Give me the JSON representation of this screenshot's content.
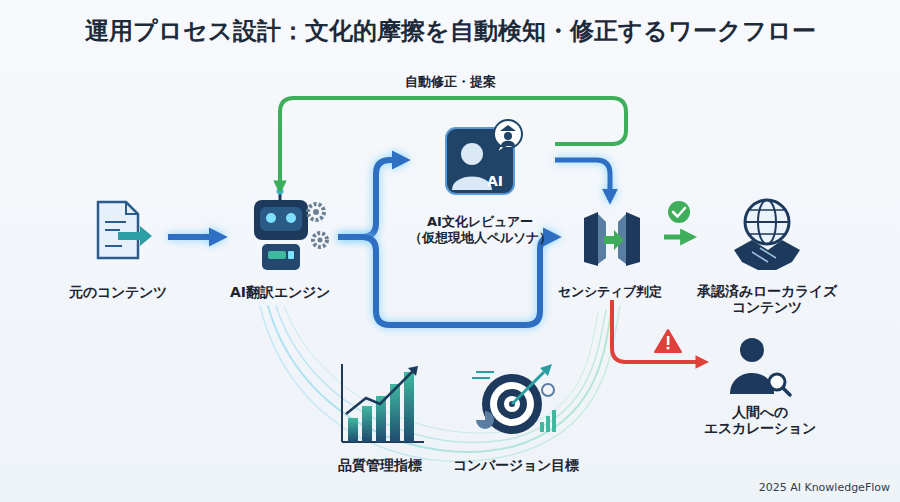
{
  "diagram": {
    "title": "運用プロセス設計：文化的摩擦を自動検知・修正するワークフロー",
    "nodes": [
      {
        "text": [
          "元のコンテンツ"
        ]
      },
      {
        "text": [
          "AI翻訳エンジン"
        ]
      },
      {
        "text": [
          "AI文化レビュアー （仮想現地人ペルソナ）"
        ]
      },
      {
        "text": [
          "センシティブ判定"
        ]
      },
      {
        "text": [
          "承認済みローカライズ コンテンツ"
        ]
      },
      {
        "text": [
          "人間への エスカレーション"
        ]
      },
      {
        "text": [
          "品質管理指標"
        ]
      },
      {
        "text": [
          "コンバージョン目標"
        ]
      }
    ],
    "edges": [
      {
        "from": 0,
        "to": 1,
        "arrow": "to"
      },
      {
        "from": 1,
        "to": 2,
        "arrow": "to"
      },
      {
        "from": 1,
        "to": 3,
        "arrow": "to"
      },
      {
        "from": 2,
        "to": 3,
        "arrow": "to"
      },
      {
        "from": 2,
        "to": 1,
        "label": "自動修正・提案",
        "arrow": "to"
      },
      {
        "from": 3,
        "to": 4,
        "arrow": "to"
      },
      {
        "from": 3,
        "to": 5,
        "arrow": "to"
      }
    ],
    "labels": [
      "AI",
      "2025 AI KnowledgeFlow"
    ]
  }
}
